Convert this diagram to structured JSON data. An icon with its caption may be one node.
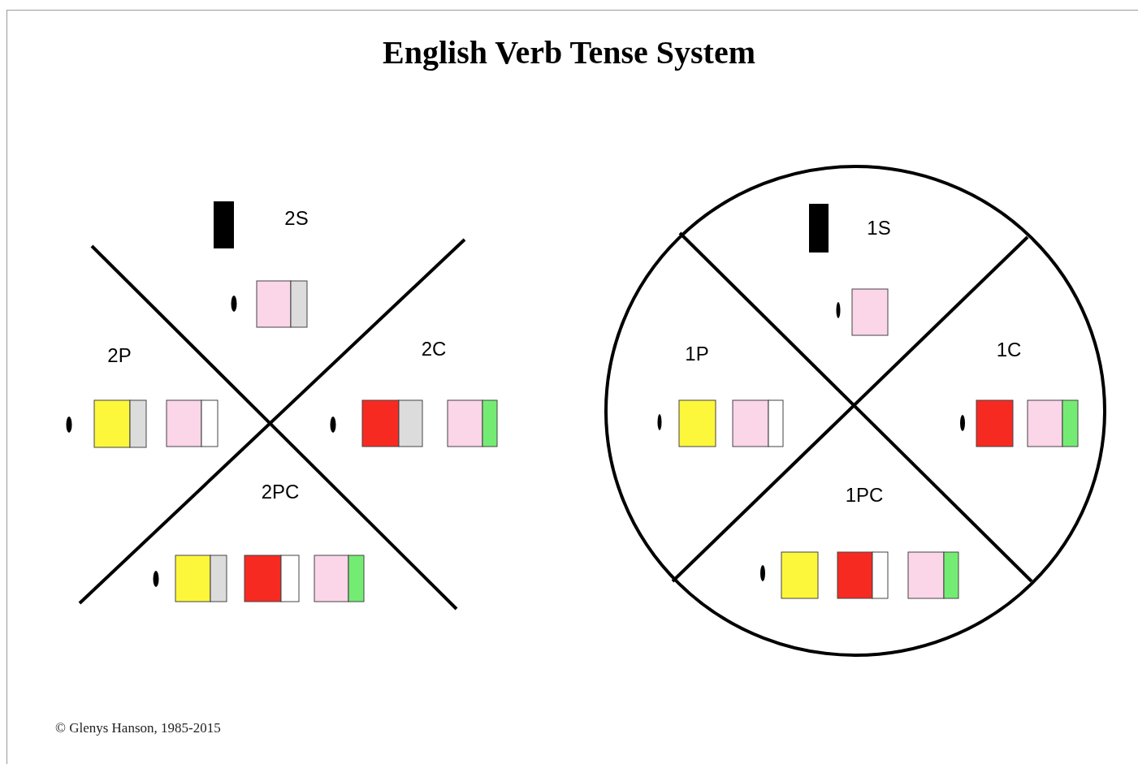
{
  "diagram": {
    "title": "English Verb Tense System",
    "labels": [
      "2S",
      "2P",
      "2C",
      "2PC",
      "1S",
      "1P",
      "1C",
      "1PC",
      "© Glenys Hanson,  1985-2015"
    ]
  }
}
